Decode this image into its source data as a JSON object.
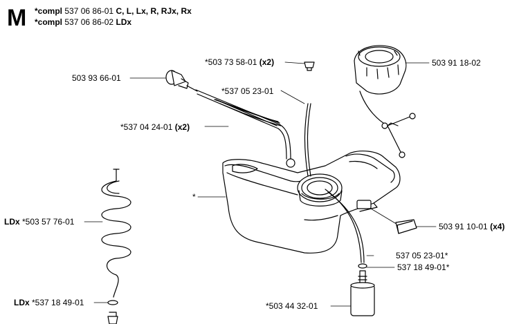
{
  "header": {
    "section_letter": "M",
    "line1_prefix": "*compl",
    "line1_part": "537 06 86-01",
    "line1_models": "C, L, Lx, R, RJx, Rx",
    "line2_prefix": "*compl",
    "line2_part": "537 06 86-02",
    "line2_models": "LDx"
  },
  "callouts": {
    "c1": {
      "text": "*503 73 58-01",
      "qty": "(x2)"
    },
    "c2": {
      "text": "503 93 66-01"
    },
    "c3": {
      "text": "*537 05 23-01"
    },
    "c4": {
      "text": "*537 04 24-01",
      "qty": "(x2)"
    },
    "c5": {
      "text": "*"
    },
    "c6": {
      "prefix": "LDx",
      "text": "*503 57 76-01"
    },
    "c7": {
      "prefix": "LDx",
      "text": "*537 18 49-01"
    },
    "c8": {
      "text": "503 91 18-02"
    },
    "c9": {
      "text": "503 91 10-01",
      "qty": "(x4)"
    },
    "c10": {
      "text": "537 05 23-01*"
    },
    "c11": {
      "text": "537 18 49-01*"
    },
    "c12": {
      "text": "*503 44 32-01"
    }
  }
}
